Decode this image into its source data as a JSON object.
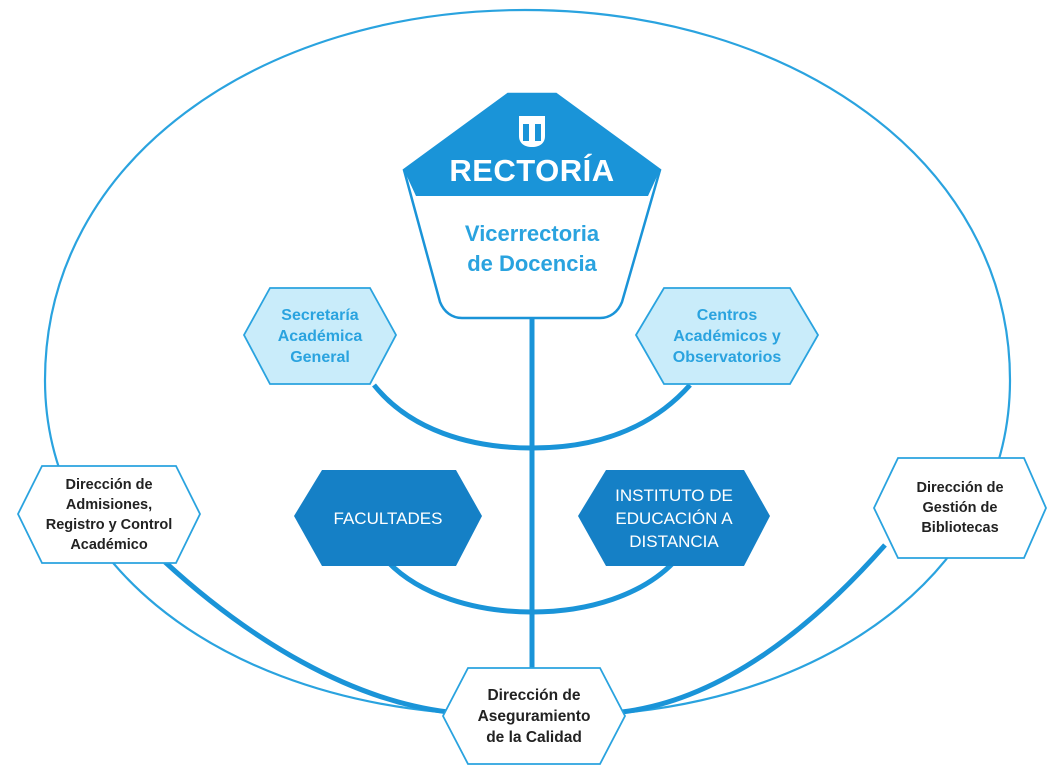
{
  "colors": {
    "primary": "#1a94d8",
    "dark_box": "#1580c6",
    "light_box": "#c9ecfa",
    "line": "#2aa3df",
    "text_dark": "#222222"
  },
  "logo": {
    "icon": "university-t-logo-icon"
  },
  "rectoria": {
    "label": "RECTORÍA"
  },
  "vicerrectoria": {
    "lines": [
      "Vicerrectoria",
      "de Docencia"
    ]
  },
  "secretaria": {
    "lines": [
      "Secretaría",
      "Académica",
      "General"
    ]
  },
  "centros": {
    "lines": [
      "Centros",
      "Académicos y",
      "Observatorios"
    ]
  },
  "facultades": {
    "lines": [
      "FACULTADES"
    ]
  },
  "instituto": {
    "lines": [
      "INSTITUTO DE",
      "EDUCACIÓN A",
      "DISTANCIA"
    ]
  },
  "admisiones": {
    "lines": [
      "Dirección de",
      "Admisiones,",
      "Registro y Control",
      "Académico"
    ]
  },
  "bibliotecas": {
    "lines": [
      "Dirección de",
      "Gestión de",
      "Bibliotecas"
    ]
  },
  "aseguramiento": {
    "lines": [
      "Dirección de",
      "Aseguramiento",
      "de la Calidad"
    ]
  }
}
